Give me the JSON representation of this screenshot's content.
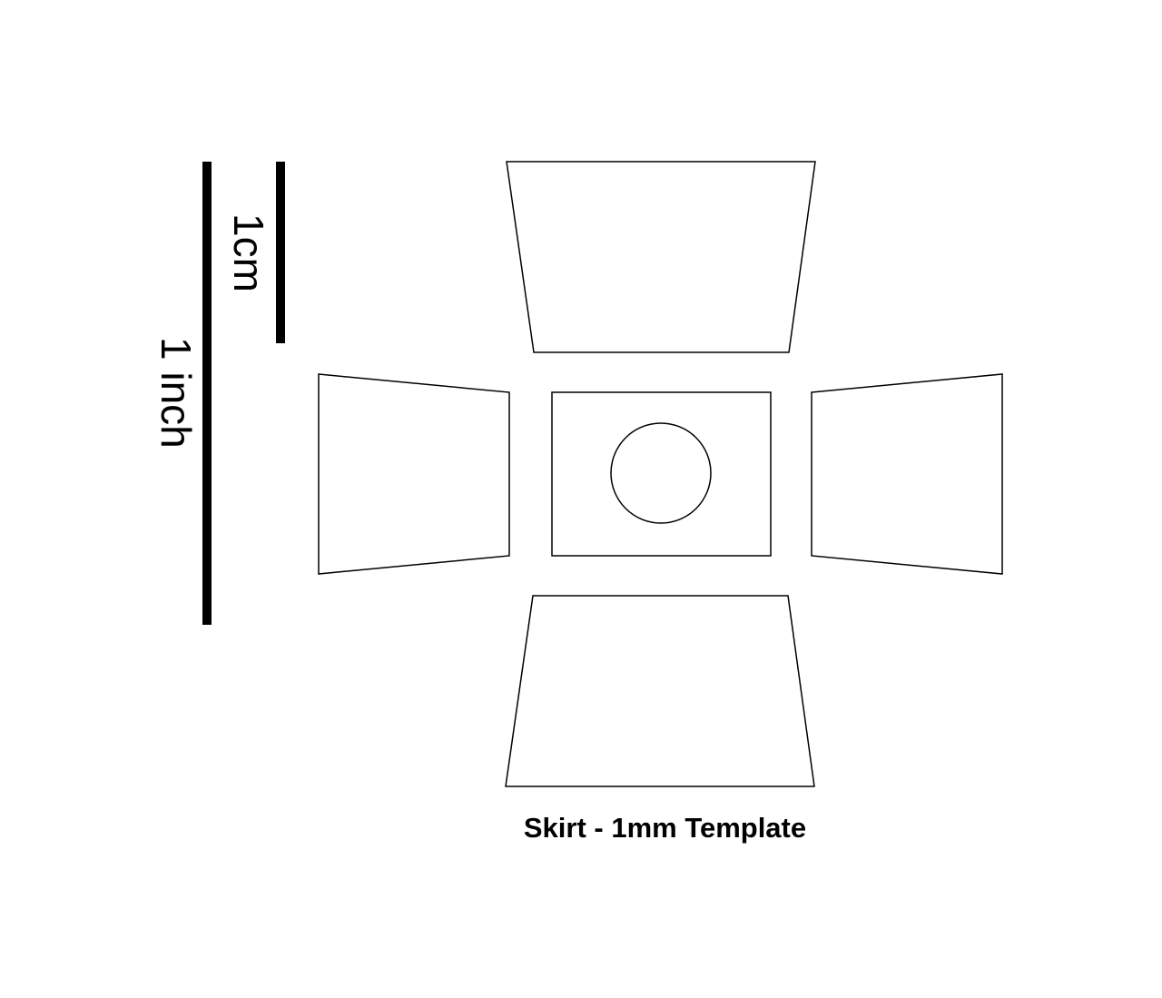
{
  "scale": {
    "cm_label": "1cm",
    "inch_label": "1 inch"
  },
  "template": {
    "caption": "Skirt - 1mm Template"
  },
  "colors": {
    "background": "#ffffff",
    "line": "#000000"
  }
}
